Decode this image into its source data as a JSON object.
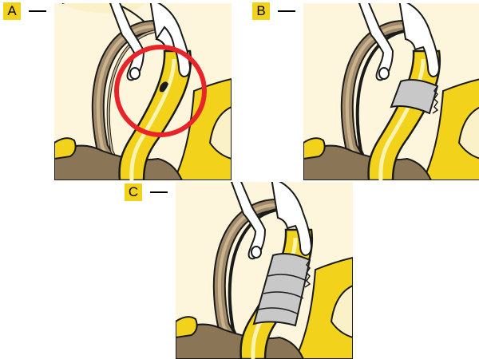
{
  "colors": {
    "background": "#fdf6dc",
    "hose_yellow": "#f2d21a",
    "hose_highlight": "#fbf3b0",
    "tan": "#a08a6a",
    "tan_light": "#c9b48f",
    "ground": "#8a7556",
    "outline": "#1a1a1a",
    "hand": "#ffffff",
    "tape": "#c8c8c8",
    "marker_circle": "#e8232a",
    "label_bg": "#f2d21a"
  },
  "panels": [
    {
      "id": "A",
      "label": "A",
      "shows": "hose-puncture-marked"
    },
    {
      "id": "B",
      "label": "B",
      "shows": "tape-first-wrap"
    },
    {
      "id": "C",
      "label": "C",
      "shows": "tape-multiple-wraps"
    }
  ]
}
